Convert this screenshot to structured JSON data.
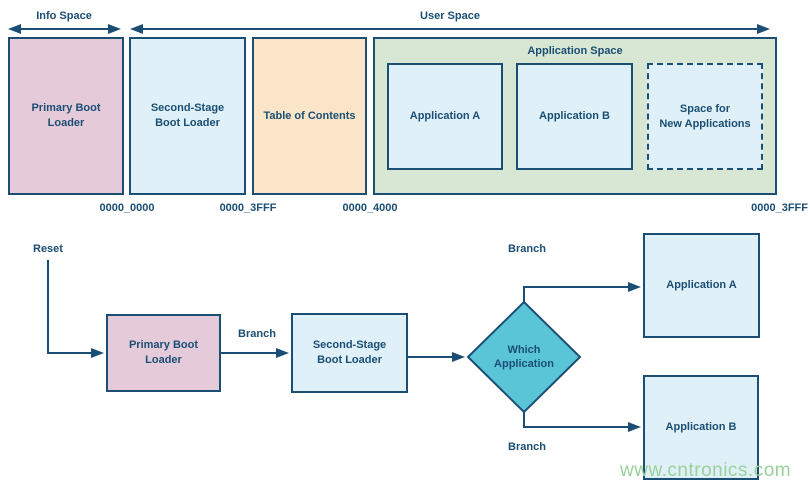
{
  "memory_map": {
    "info_space_label": "Info Space",
    "user_space_label": "User Space",
    "application_space_label": "Application Space",
    "regions": {
      "primary_boot_loader": "Primary Boot\nLoader",
      "second_stage_boot_loader": "Second-Stage\nBoot Loader",
      "table_of_contents": "Table of Contents",
      "application_a": "Application A",
      "application_b": "Application B",
      "space_for_new_applications": "Space for\nNew Applications"
    },
    "addresses": [
      "0000_0000",
      "0000_3FFF",
      "0000_4000",
      "0000_3FFF"
    ]
  },
  "flowchart": {
    "reset_label": "Reset",
    "branch_labels": [
      "Branch",
      "Branch",
      "Branch"
    ],
    "nodes": {
      "primary_boot_loader": "Primary Boot\nLoader",
      "second_stage_boot_loader": "Second-Stage\nBoot Loader",
      "which_application": "Which\nApplication",
      "application_a": "Application A",
      "application_b": "Application B"
    }
  },
  "watermark": "www.cntronics.com",
  "colors": {
    "navy": "#1b4e74",
    "pink": "#e5cbda",
    "light_blue": "#dff0f8",
    "peach": "#fbe5c9",
    "green": "#d8e7d4",
    "teal": "#5bc5d8",
    "watermark_green": "#9bd09b"
  }
}
